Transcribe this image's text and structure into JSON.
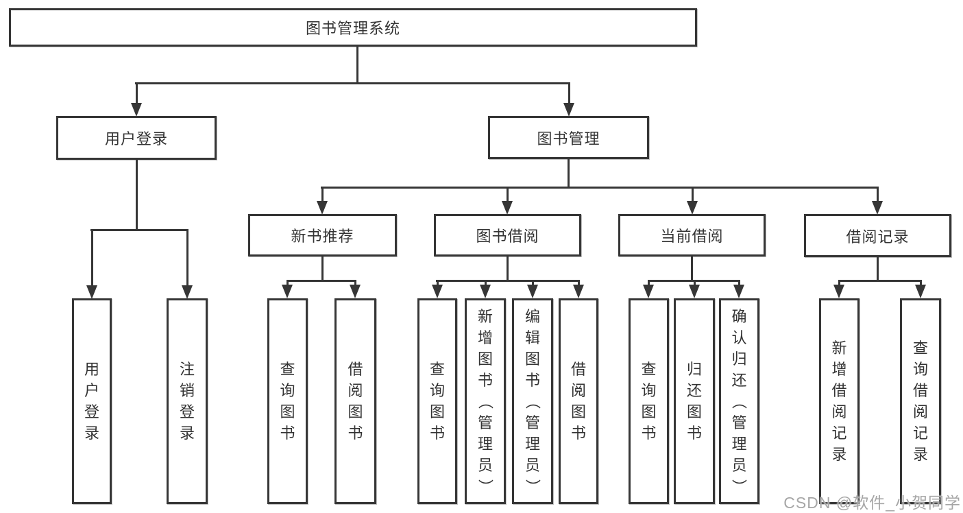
{
  "diagram_title": "图书管理系统",
  "root": {
    "label": "图书管理系统"
  },
  "level2": {
    "user_login": {
      "label": "用户登录"
    },
    "book_management": {
      "label": "图书管理"
    }
  },
  "level3": {
    "new_book_recommend": {
      "label": "新书推荐"
    },
    "book_borrowing": {
      "label": "图书借阅"
    },
    "current_borrowing": {
      "label": "当前借阅"
    },
    "borrowing_records": {
      "label": "借阅记录"
    }
  },
  "leaves": {
    "user_login": {
      "label": "用户登录"
    },
    "logout": {
      "label": "注销登录"
    },
    "recommend_query_books": {
      "label": "查询图书"
    },
    "recommend_borrow_books": {
      "label": "借阅图书"
    },
    "borrowing_query_books": {
      "label": "查询图书"
    },
    "borrowing_add_books": {
      "label": "新增图书（管理员）"
    },
    "borrowing_edit_books": {
      "label": "编辑图书（管理员）"
    },
    "borrowing_borrow_books": {
      "label": "借阅图书"
    },
    "current_query_books": {
      "label": "查询图书"
    },
    "current_return_books": {
      "label": "归还图书"
    },
    "current_confirm_return": {
      "label": "确认归还（管理员）"
    },
    "records_add_record": {
      "label": "新增借阅记录"
    },
    "records_query_record": {
      "label": "查询借阅记录"
    }
  },
  "watermark": "CSDN @软件_小贺同学",
  "colors": {
    "line": "#363636",
    "text": "#333333",
    "watermark": "#a6a6a6",
    "background": "#ffffff"
  }
}
